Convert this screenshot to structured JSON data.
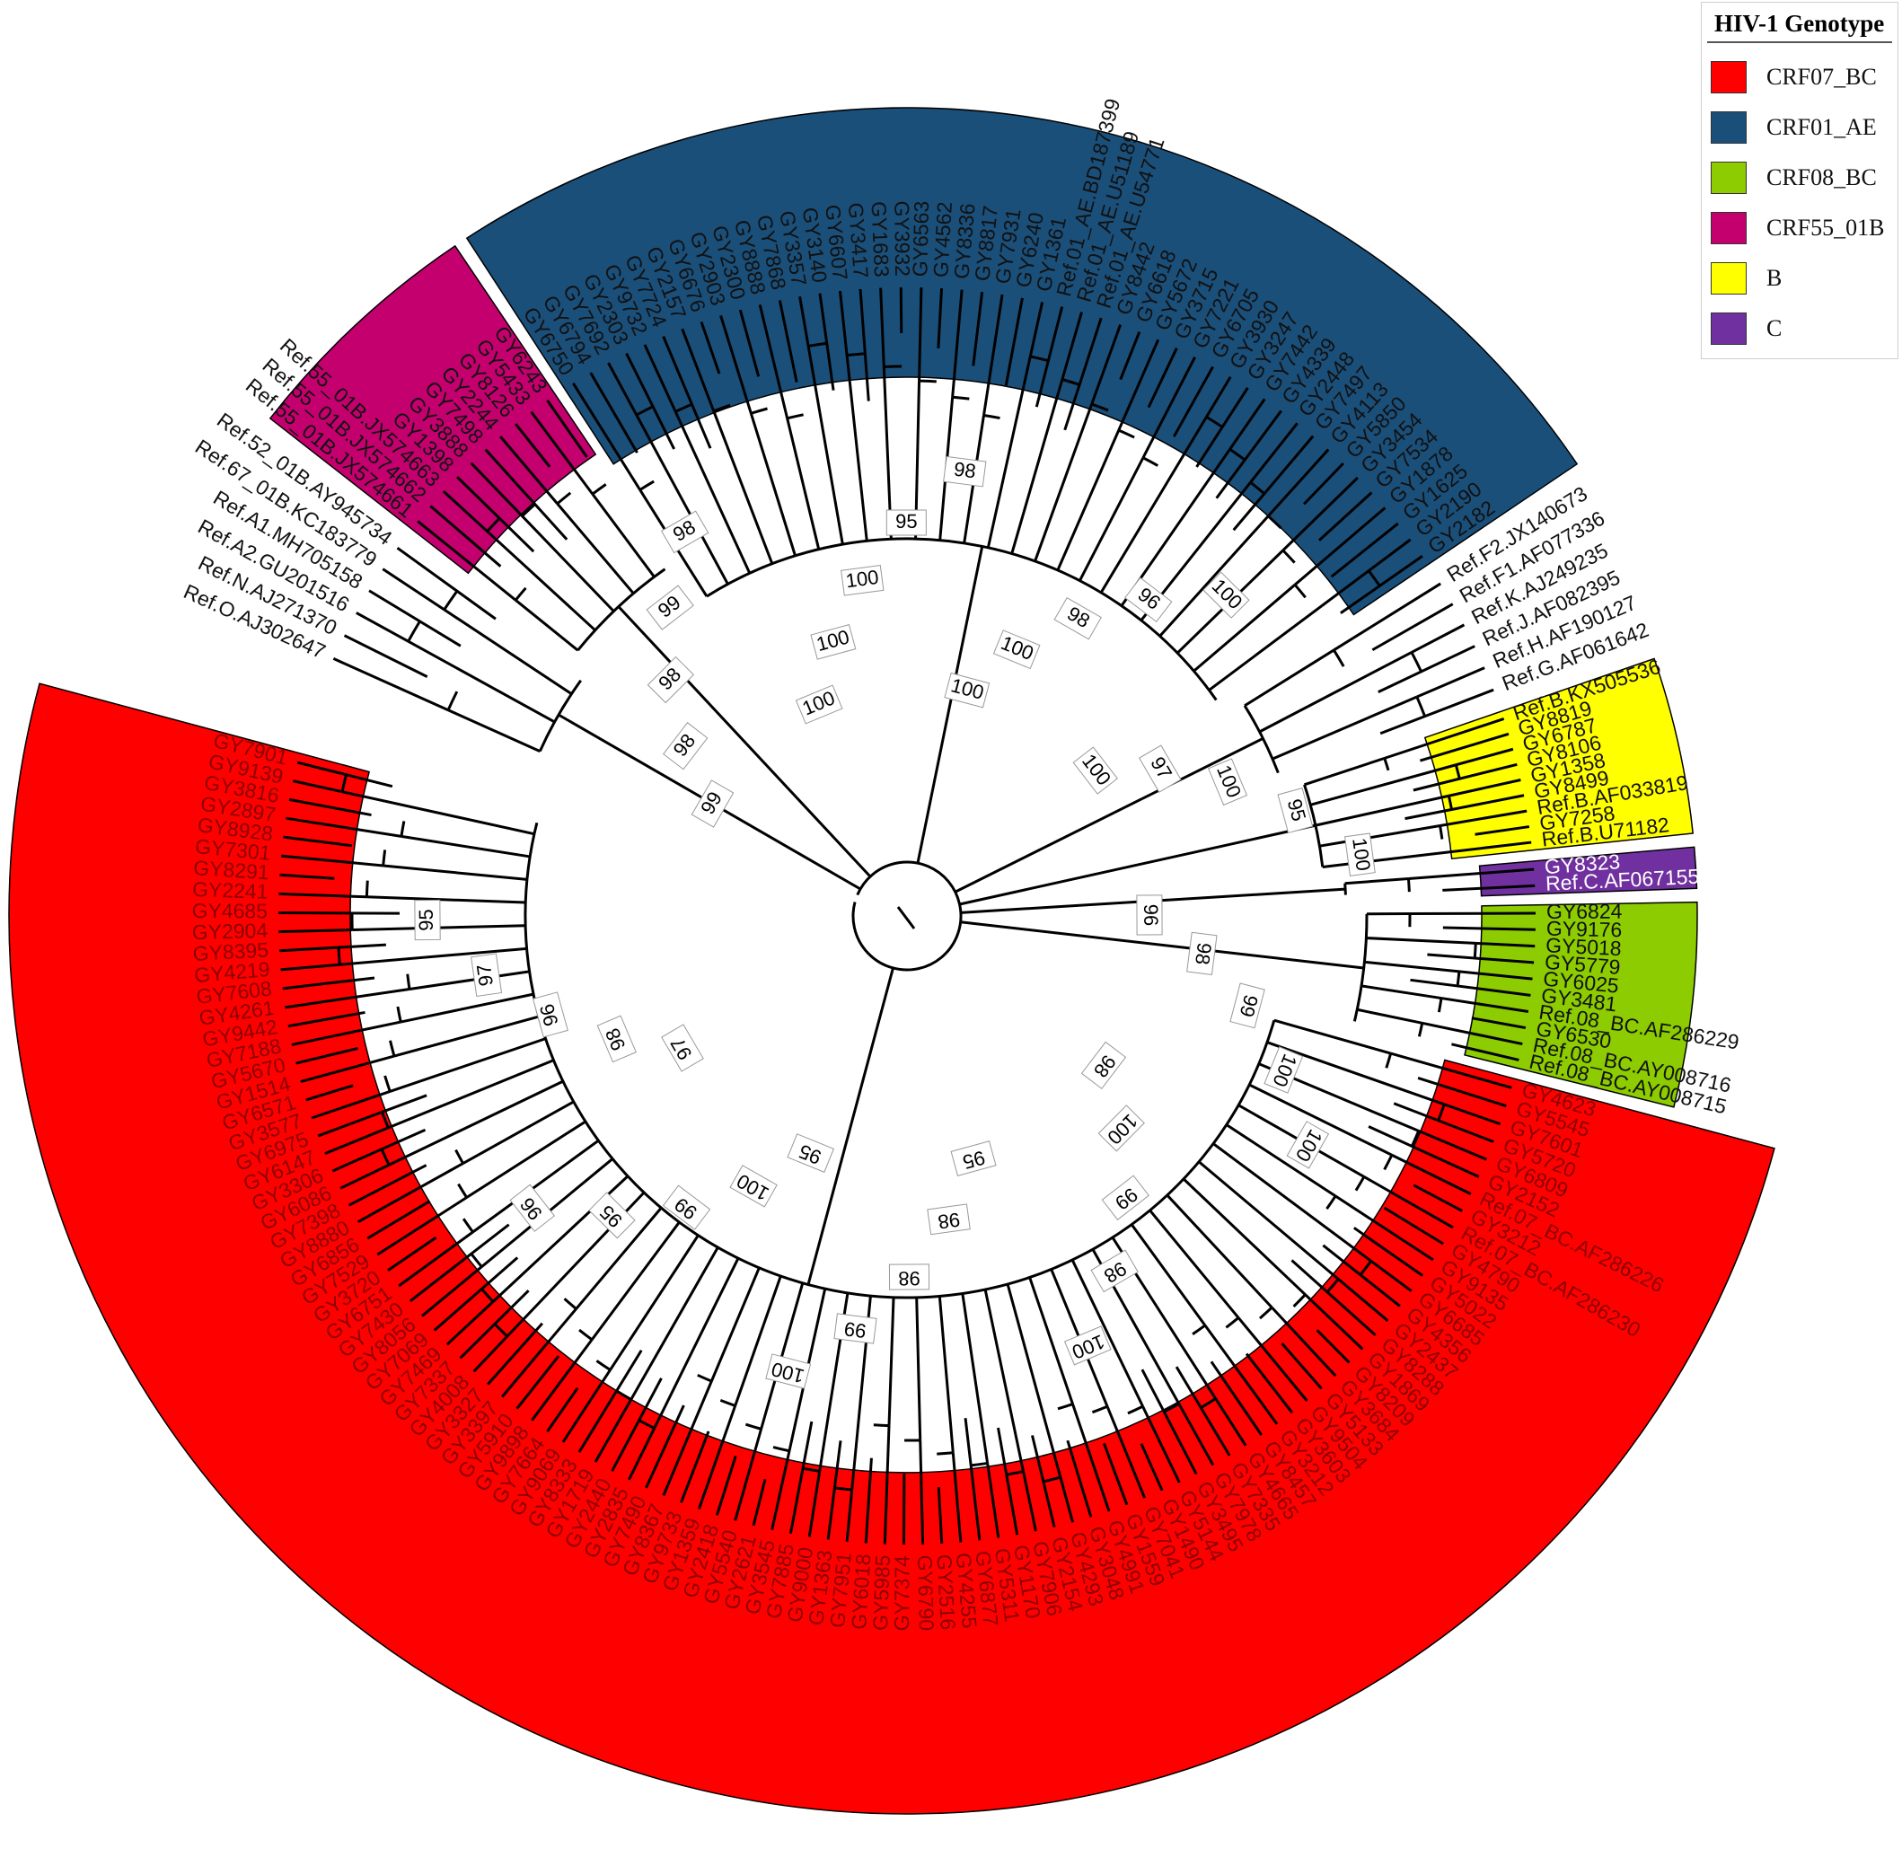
{
  "legend": {
    "title": "HIV-1 Genotype",
    "items": [
      {
        "label": "CRF07_BC",
        "color": "#ff0000"
      },
      {
        "label": "CRF01_AE",
        "color": "#1a4f7a"
      },
      {
        "label": "CRF08_BC",
        "color": "#8ccc00"
      },
      {
        "label": "CRF55_01B",
        "color": "#c4006e"
      },
      {
        "label": "B",
        "color": "#ffff00"
      },
      {
        "label": "C",
        "color": "#7030a0"
      }
    ]
  },
  "tree": {
    "clades": [
      {
        "group": "CRF01_AE",
        "color": "#1a4f7a",
        "text_color": "#111111",
        "taxa": [
          "GY6750",
          "GY6794",
          "GY7692",
          "GY2303",
          "GY9732",
          "GY7724",
          "GY2157",
          "GY6676",
          "GY2903",
          "GY2300",
          "GY8888",
          "GY7868",
          "GY3357",
          "GY3140",
          "GY6607",
          "GY3417",
          "GY1683",
          "GY3932",
          "GY6563",
          "GY4562",
          "GY8336",
          "GY8817",
          "GY7931",
          "GY6240",
          "GY1361",
          "Ref.01_AE.BD187399",
          "Ref.01_AE.U51189",
          "Ref.01_AE.U54771",
          "GY8442",
          "GY6618",
          "GY5672",
          "GY3715",
          "GY7221",
          "GY6705",
          "GY3930",
          "GY3247",
          "GY7442",
          "GY4339",
          "GY2448",
          "GY7497",
          "GY4113",
          "GY5850",
          "GY3454",
          "GY7534",
          "GY1878",
          "GY1625",
          "GY2190",
          "GY2182"
        ]
      },
      {
        "group": "Ref",
        "color": "none",
        "text_color": "#111111",
        "taxa": [
          "Ref.F2.JX140673",
          "Ref.F1.AF077336",
          "Ref.K.AJ249235",
          "Ref.J.AF082395",
          "Ref.H.AF190127",
          "Ref.G.AF061642"
        ]
      },
      {
        "group": "B",
        "color": "#ffff00",
        "text_color": "#111111",
        "taxa": [
          "Ref.B.KX505536",
          "GY8819",
          "GY6787",
          "GY8106",
          "GY1358",
          "GY8499",
          "Ref.B.AF033819",
          "GY7258",
          "Ref.B.U71182"
        ]
      },
      {
        "group": "C",
        "color": "#7030a0",
        "text_color": "#ffffff",
        "taxa": [
          "GY8323",
          "Ref.C.AF067155"
        ]
      },
      {
        "group": "CRF08_BC",
        "color": "#8ccc00",
        "text_color": "#111111",
        "taxa": [
          "GY6824",
          "GY9176",
          "GY5018",
          "GY5779",
          "GY6025",
          "GY3481",
          "Ref.08_BC.AF286229",
          "GY6530",
          "Ref.08_BC.AY008716",
          "Ref.08_BC.AY008715"
        ]
      },
      {
        "group": "CRF07_BC",
        "color": "#ff0000",
        "text_color": "#8b0000",
        "taxa": [
          "GY4623",
          "GY5545",
          "GY7601",
          "GY5720",
          "GY6809",
          "GY2152",
          "Ref.07_BC.AF286226",
          "GY3212",
          "Ref.07_BC.AF286230",
          "GY4790",
          "GY9135",
          "GY5022",
          "GY6685",
          "GY4356",
          "GY2437",
          "GY8288",
          "GY1869",
          "GY8209",
          "GY3684",
          "GY5133",
          "GY9504",
          "GY3603",
          "GY3212",
          "GY8457",
          "GY4665",
          "GY7335",
          "GY7978",
          "GY3495",
          "GY5144",
          "GY1490",
          "GY7041",
          "GY1559",
          "GY4991",
          "GY3048",
          "GY4293",
          "GY2154",
          "GY7906",
          "GY1170",
          "GY5311",
          "GY6877",
          "GY4255",
          "GY2516",
          "GY6790",
          "GY7374",
          "GY5985",
          "GY6018",
          "GY7951",
          "GY1363",
          "GY9000",
          "GY7885",
          "GY3545",
          "GY2621",
          "GY5540",
          "GY2418",
          "GY1359",
          "GY9733",
          "GY8367",
          "GY7490",
          "GY2835",
          "GY2440",
          "GY1719",
          "GY8333",
          "GY9069",
          "GY7664",
          "GY9898",
          "GY5910",
          "GY3397",
          "GY3327",
          "GY4008",
          "GY7337",
          "GY7469",
          "GY7069",
          "GY8056",
          "GY7430",
          "GY6751",
          "GY3720",
          "GY7529",
          "GY6856",
          "GY8880",
          "GY7398",
          "GY6086",
          "GY3306",
          "GY6147",
          "GY6975",
          "GY3577",
          "GY6571",
          "GY1514",
          "GY5670",
          "GY7188",
          "GY9442",
          "GY4261",
          "GY7608",
          "GY4219",
          "GY8395",
          "GY2904",
          "GY4685",
          "GY2241",
          "GY8291",
          "GY7301",
          "GY8928",
          "GY2897",
          "GY3816",
          "GY9139",
          "GY7901"
        ]
      },
      {
        "group": "Ref-outgroup",
        "color": "none",
        "text_color": "#111111",
        "taxa": [
          "Ref.O.AJ302647",
          "Ref.N.AJ271370",
          "Ref.A2.GU201516",
          "Ref.A1.MH705158",
          "Ref.67_01B.KC183779",
          "Ref.52_01B.AY945734"
        ]
      },
      {
        "group": "CRF55_01B",
        "color": "#c4006e",
        "text_color": "#111111",
        "taxa": [
          "Ref.55_01B.JX574661",
          "Ref.55_01B.JX574662",
          "Ref.55_01B.JX574663",
          "GY1398",
          "GY3888",
          "GY7498",
          "GY2244",
          "GY8126",
          "GY5433",
          "GY6243"
        ]
      }
    ],
    "bootstrap": [
      "99",
      "98",
      "98",
      "99",
      "98",
      "100",
      "100",
      "100",
      "95",
      "98",
      "100",
      "100",
      "98",
      "96",
      "100",
      "100",
      "97",
      "100",
      "95",
      "100",
      "96",
      "98",
      "99",
      "100",
      "100",
      "98",
      "100",
      "99",
      "98",
      "100",
      "95",
      "98",
      "98",
      "99",
      "100",
      "95",
      "100",
      "99",
      "95",
      "96",
      "97",
      "98",
      "96",
      "97",
      "95"
    ]
  }
}
